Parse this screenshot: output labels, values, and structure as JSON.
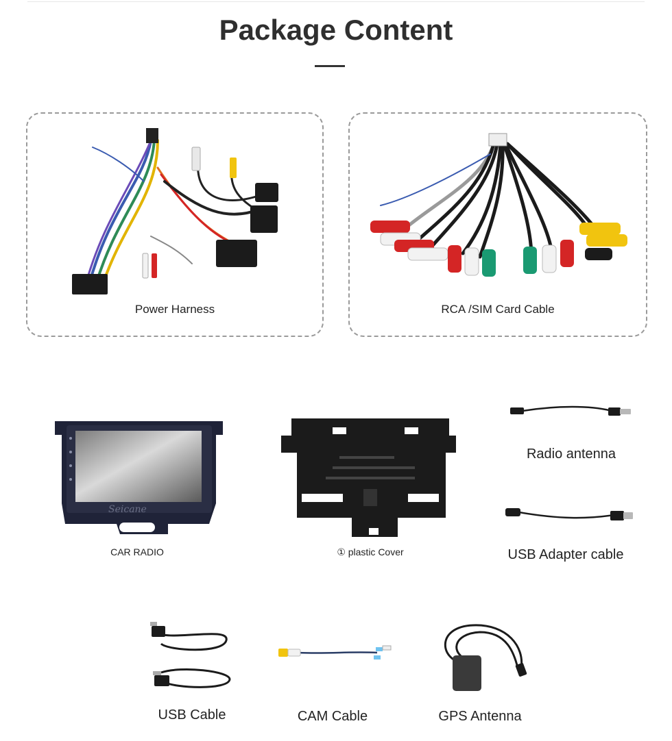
{
  "page": {
    "title": "Package Content"
  },
  "items": {
    "power_harness": "Power Harness",
    "rca_cable": "RCA /SIM Card Cable",
    "car_radio": "CAR RADIO",
    "car_radio_brand": "Seicane",
    "plastic_cover": "① plastic Cover",
    "radio_antenna": "Radio antenna",
    "usb_adapter": "USB Adapter cable",
    "usb_cable": "USB Cable",
    "cam_cable": "CAM Cable",
    "gps_antenna": "GPS Antenna"
  },
  "colors": {
    "rca_red": "#d42525",
    "rca_white": "#f2f2f2",
    "rca_yellow": "#f1c40f",
    "rca_green": "#1a9a72",
    "cable_black": "#1b1b1b",
    "frame_dark": "#1f2338"
  }
}
